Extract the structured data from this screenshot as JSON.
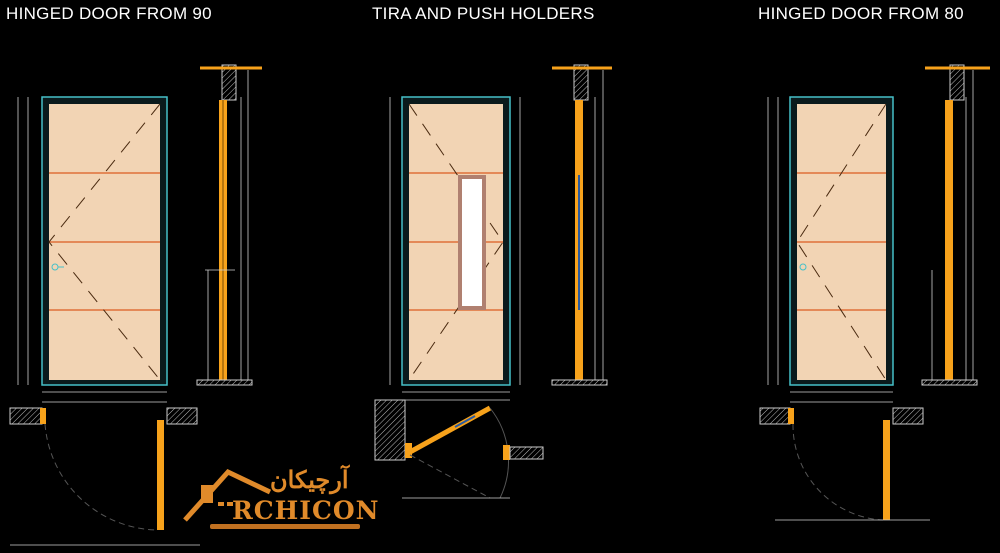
{
  "titles": {
    "left": "HINGED DOOR FROM 90",
    "center": "TIRA AND PUSH HOLDERS",
    "right": "HINGED DOOR FROM 80"
  },
  "logo": {
    "name": "RCHICON",
    "name_fa": "آرچیکان"
  },
  "colors": {
    "background": "#000000",
    "door_leaf": "#f2d4b4",
    "panel_line": "#e0703a",
    "frame": "#46c0c8",
    "section_orange": "#f7a21b",
    "dimension": "#cfcfcf"
  }
}
